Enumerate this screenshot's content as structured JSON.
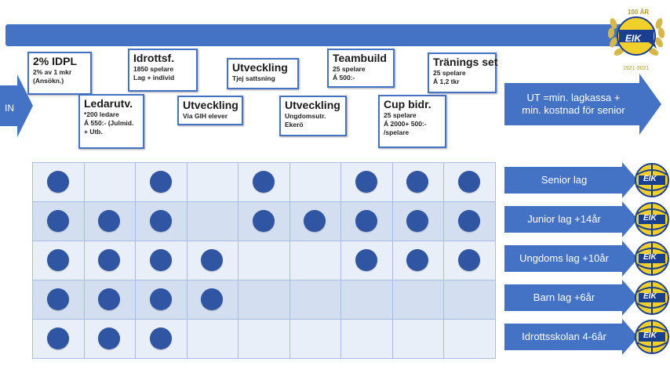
{
  "colors": {
    "accent": "#4472c4",
    "dot": "#2f55a3",
    "cell_light": "#e9eff9",
    "cell_dark": "#d3dff0",
    "logo_gold": "#d6b84a"
  },
  "logo": {
    "anniversary": "100 ÅR",
    "brand": "EIK",
    "years": "1921-2021",
    "row_brand": "EIK"
  },
  "in_arrow": {
    "label": "IN"
  },
  "out_arrow": {
    "line1": "UT =min. lagkassa +",
    "line2": "min. kostnad för senior"
  },
  "boxes": [
    {
      "title": "2% IDPL",
      "desc": "2% av 1 mkr\n(Ansökn.)"
    },
    {
      "title": "Ledarutv.",
      "desc": "*200 ledare\nÁ 550:- (Julmid.\n+ Utb."
    },
    {
      "title": "Idrottsf.",
      "desc": "1850 spelare\nLag + individ"
    },
    {
      "title": "Utveckling",
      "desc": "Via GIH elever"
    },
    {
      "title": "Utveckling",
      "desc": "Tjej sattsning"
    },
    {
      "title": "Utveckling",
      "desc": "Ungdomsutr.\nEkerö"
    },
    {
      "title": "Teambuild",
      "desc": "25 spelare\nÁ 500:-"
    },
    {
      "title": "Cup bidr.",
      "desc": "25 spelare\nÁ 2000+ 500:-\n/spelare"
    },
    {
      "title": "Tränings set",
      "desc": "25 spelare\nÁ 1,2 tkr"
    }
  ],
  "rows": [
    {
      "label": "Senior lag",
      "dots": [
        1,
        0,
        1,
        0,
        1,
        0,
        1,
        1,
        1
      ]
    },
    {
      "label": "Junior lag +14år",
      "dots": [
        1,
        1,
        1,
        0,
        1,
        1,
        1,
        1,
        1
      ]
    },
    {
      "label": "Ungdoms lag +10år",
      "dots": [
        1,
        1,
        1,
        1,
        0,
        0,
        1,
        1,
        1
      ]
    },
    {
      "label": "Barn lag +6år",
      "dots": [
        1,
        1,
        1,
        1,
        0,
        0,
        0,
        0,
        0
      ]
    },
    {
      "label": "Idrottsskolan 4-6år",
      "dots": [
        1,
        1,
        1,
        0,
        0,
        0,
        0,
        0,
        0
      ]
    }
  ]
}
